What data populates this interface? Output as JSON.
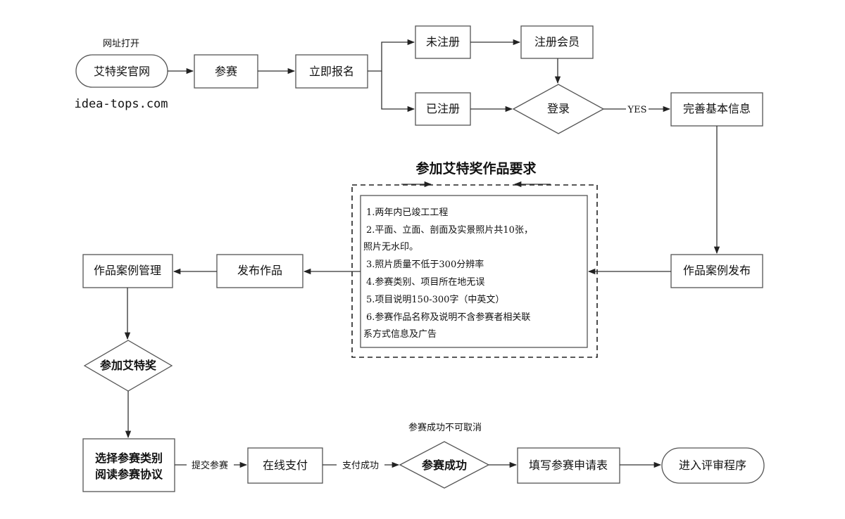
{
  "nodes": {
    "official_site": "艾特奖官网",
    "participate": "参赛",
    "register_now": "立即报名",
    "not_registered": "未注册",
    "register_member": "注册会员",
    "registered": "已注册",
    "login": "登录",
    "complete_info": "完善基本信息",
    "case_publish": "作品案例发布",
    "publish_work": "发布作品",
    "case_manage": "作品案例管理",
    "join_award": "参加艾特奖",
    "select_line1": "选择参赛类别",
    "select_line2": "阅读参赛协议",
    "online_pay": "在线支付",
    "success": "参赛成功",
    "fill_form": "填写参赛申请表",
    "enter_review": "进入评审程序"
  },
  "labels": {
    "url_open": "网址打开",
    "url": "idea-tops.com",
    "yes": "YES",
    "submit": "提交参赛",
    "pay_success": "支付成功",
    "no_cancel": "参赛成功不可取消"
  },
  "requirements": {
    "title": "参加艾特奖作品要求",
    "lines": [
      "1.两年内已竣工工程",
      "2.平面、立面、剖面及实景照片共10张，",
      "照片无水印。",
      "3.照片质量不低于300分辨率",
      "4.参赛类别、项目所在地无误",
      "5.项目说明150-300字（中英文）",
      "6.参赛作品名称及说明不含参赛者相关联",
      "系方式信息及广告"
    ]
  }
}
